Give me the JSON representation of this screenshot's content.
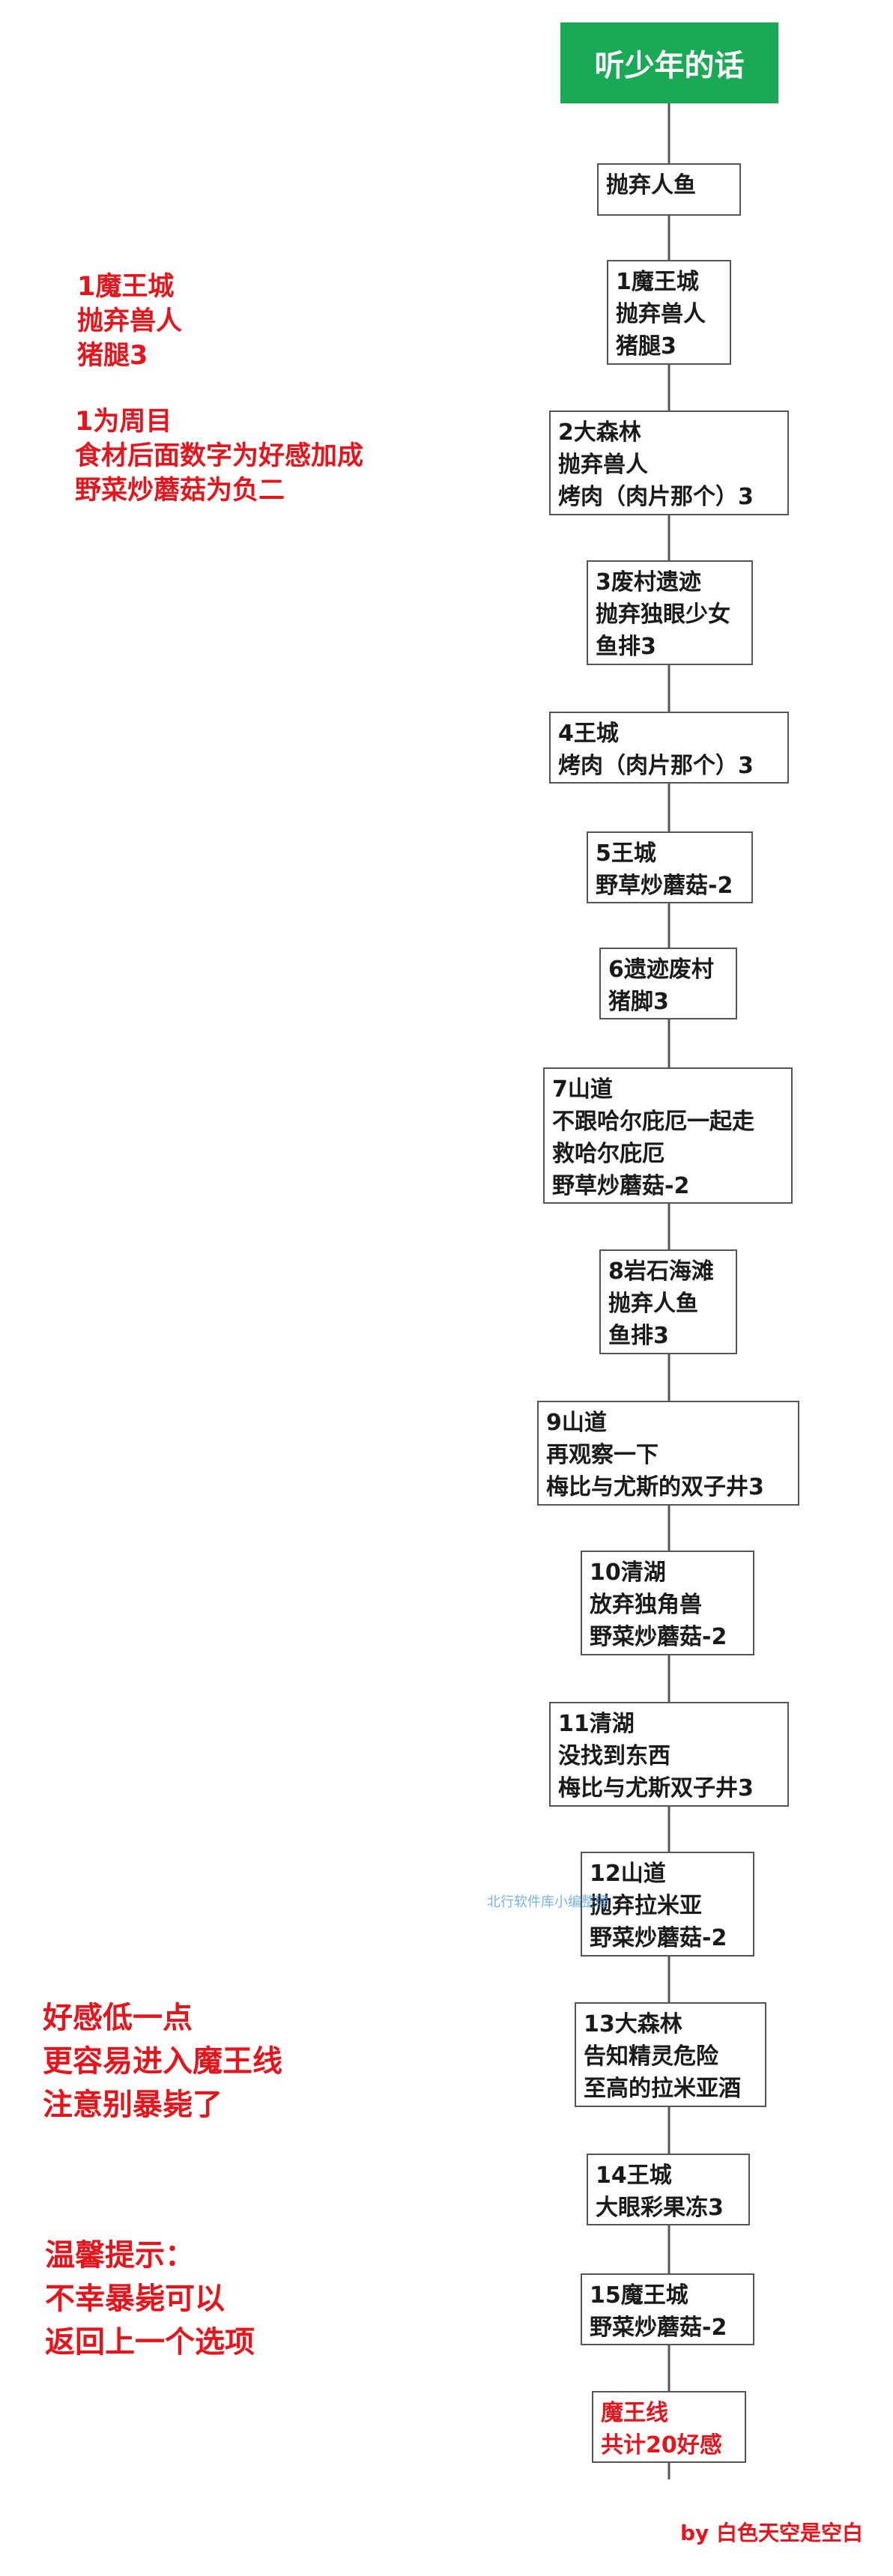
{
  "title": "听少年的话",
  "nodes": [
    {
      "lines": [
        "抛弃人鱼"
      ]
    },
    {
      "lines": [
        "1魔王城",
        "抛弃兽人",
        "猪腿3"
      ]
    },
    {
      "lines": [
        "2大森林",
        "抛弃兽人",
        "烤肉（肉片那个）3"
      ]
    },
    {
      "lines": [
        "3废村遗迹",
        "抛弃独眼少女",
        "鱼排3"
      ]
    },
    {
      "lines": [
        "4王城",
        "烤肉（肉片那个）3"
      ]
    },
    {
      "lines": [
        "5王城",
        "野草炒蘑菇-2"
      ]
    },
    {
      "lines": [
        "6遗迹废村",
        "猪脚3"
      ]
    },
    {
      "lines": [
        "7山道",
        "不跟哈尔庇厄一起走",
        "救哈尔庇厄",
        "野草炒蘑菇-2"
      ]
    },
    {
      "lines": [
        "8岩石海滩",
        "抛弃人鱼",
        "鱼排3"
      ]
    },
    {
      "lines": [
        "9山道",
        "再观察一下",
        "梅比与尤斯的双子井3"
      ]
    },
    {
      "lines": [
        "10清湖",
        "放弃独角兽",
        "野菜炒蘑菇-2"
      ]
    },
    {
      "lines": [
        "11清湖",
        "没找到东西",
        "梅比与尤斯双子井3"
      ]
    },
    {
      "lines": [
        "12山道",
        "抛弃拉米亚",
        "野菜炒蘑菇-2"
      ]
    },
    {
      "lines": [
        "13大森林",
        "告知精灵危险",
        "至高的拉米亚酒"
      ]
    },
    {
      "lines": [
        "14王城",
        "大眼彩果冻3"
      ]
    },
    {
      "lines": [
        "15魔王城",
        "野菜炒蘑菇-2"
      ]
    },
    {
      "lines": [
        "魔王线",
        "共计20好感"
      ]
    }
  ],
  "notes": {
    "first": [
      "1魔王城",
      "抛弃兽人",
      "猪腿3"
    ],
    "legend": [
      "1为周目",
      "食材后面数字为好感加成",
      "野菜炒蘑菇为负二"
    ],
    "warning": [
      "好感低一点",
      "更容易进入魔王线",
      "注意别暴毙了"
    ],
    "tip": [
      "温馨提示：",
      "不幸暴毙可以",
      "返回上一个选项"
    ]
  },
  "watermark": "北行软件库小编整理",
  "credit": "by 白色天空是空白",
  "colors": {
    "header_bg": "#1aaa55",
    "accent_red": "#e8141b",
    "border": "#555555",
    "connector": "#555555"
  }
}
